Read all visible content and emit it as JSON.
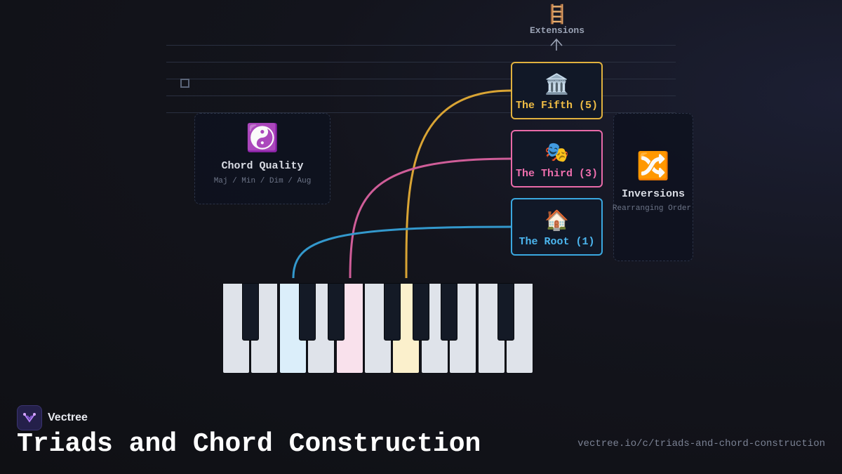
{
  "diagram": {
    "extensions": {
      "icon": "ladder-icon",
      "glyph": "🪜",
      "label": "Extensions"
    },
    "chord_quality": {
      "icon": "yin-yang-icon",
      "glyph": "☯️",
      "title": "Chord Quality",
      "subtitle": "Maj / Min / Dim / Aug"
    },
    "inversions": {
      "icon": "shuffle-icon",
      "glyph": "🔀",
      "title": "Inversions",
      "subtitle": "Rearranging Order"
    },
    "notes": [
      {
        "id": "fifth",
        "icon": "classical-building-icon",
        "glyph": "🏛️",
        "label": "The Fifth (5)",
        "color": "#f0bd45"
      },
      {
        "id": "third",
        "icon": "performing-arts-icon",
        "glyph": "🎭",
        "label": "The Third (3)",
        "color": "#ee6fae"
      },
      {
        "id": "root",
        "icon": "house-icon",
        "glyph": "🏠",
        "label": "The Root (1)",
        "color": "#4cb6ef"
      }
    ],
    "keyboard": {
      "white_keys": 11,
      "highlighted_keys": [
        {
          "index": 2,
          "note": "root",
          "color": "#dbeefa"
        },
        {
          "index": 4,
          "note": "third",
          "color": "#f9e1ec"
        },
        {
          "index": 6,
          "note": "fifth",
          "color": "#fbf0cc"
        }
      ]
    }
  },
  "footer": {
    "brand_name": "Vectree",
    "title": "Triads and Chord Construction",
    "url": "vectree.io/c/triads-and-chord-construction"
  }
}
